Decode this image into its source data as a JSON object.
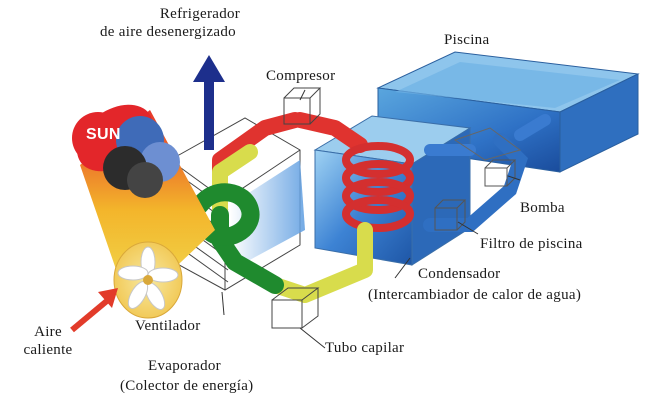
{
  "labels": {
    "refrigerator_line1": "Refrigerador",
    "refrigerator_line2": "de aire desenergizado",
    "compressor": "Compresor",
    "pool": "Piscina",
    "sun": "SUN",
    "pump": "Bomba",
    "pool_filter": "Filtro de piscina",
    "condenser_line1": "Condensador",
    "condenser_line2": "(Intercambiador de calor de agua)",
    "hot_air_line1": "Aire",
    "hot_air_line2": "caliente",
    "fan": "Ventilador",
    "evaporator_line1": "Evaporador",
    "evaporator_line2": "(Colector de energía)",
    "capillary_tube": "Tubo capilar"
  },
  "colors": {
    "arrow_blue": "#1d2f8c",
    "arrow_red": "#e23b2a",
    "pipe_hot": "#e0332f",
    "pipe_cold": "#1f8a2e",
    "pipe_warm": "#d9d94a",
    "water_blue": "#3f86d6",
    "sun_red": "#e3262a"
  }
}
